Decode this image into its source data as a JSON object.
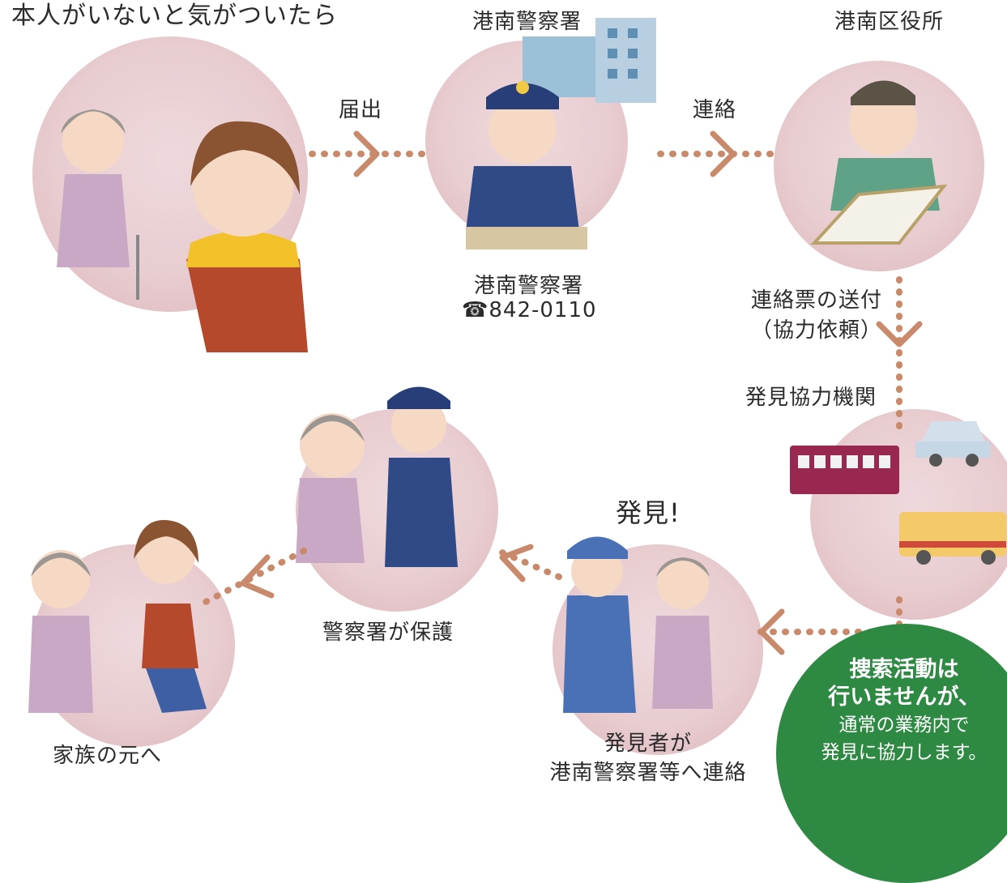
{
  "header": {
    "title": "本人がいないと気がついたら"
  },
  "nodes": {
    "police_top": "港南警察署",
    "ward_office": "港南区役所",
    "police_bottom": "港南警察署",
    "police_phone": "☎842-0110",
    "cooperating": "発見協力機関",
    "found_title": "発見!",
    "finder_line1": "発見者が",
    "finder_line2": "港南警察署等へ連絡",
    "protect": "警察署が保護",
    "family": "家族の元へ"
  },
  "arrows": {
    "report": "届出",
    "contact": "連絡",
    "send_line1": "連絡票の送付",
    "send_line2": "（協力依頼）"
  },
  "notice": {
    "line1": "捜索活動は",
    "line2": "行いませんが、",
    "line3": "通常の業務内で",
    "line4": "発見に協力します。"
  },
  "colors": {
    "circle": "#e8cdd1",
    "arrow": "#c98a6c",
    "notice_bg": "#2e8a43"
  }
}
